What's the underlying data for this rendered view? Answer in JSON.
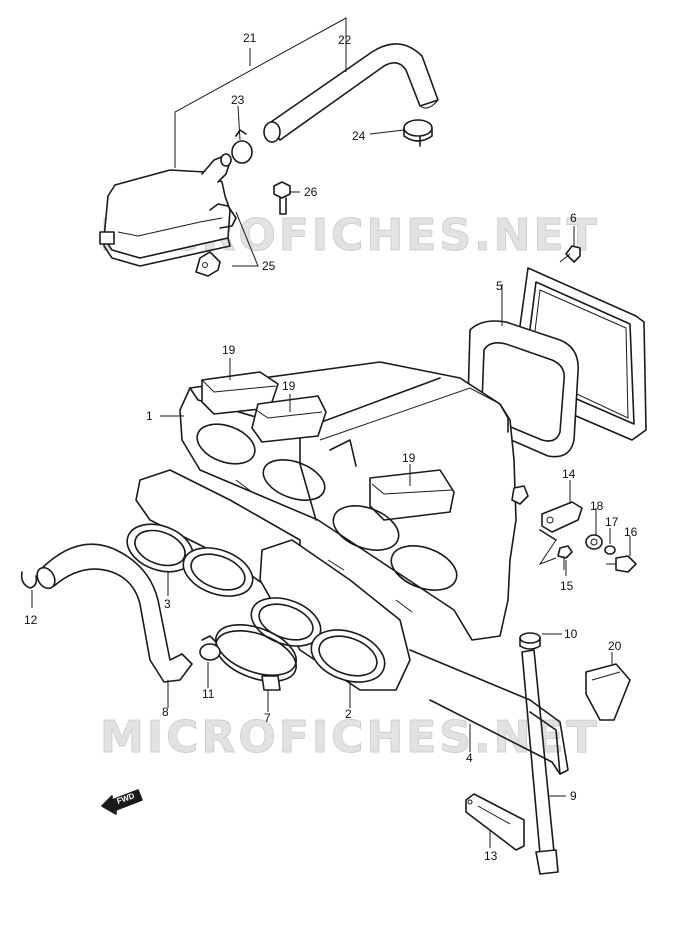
{
  "watermark": "MICROFICHES.NET",
  "fwd_label": "FWD",
  "callouts": {
    "c1": "1",
    "c2": "2",
    "c3": "3",
    "c4": "4",
    "c5": "5",
    "c6": "6",
    "c7": "7",
    "c8": "8",
    "c9": "9",
    "c10": "10",
    "c11": "11",
    "c12": "12",
    "c13": "13",
    "c14": "14",
    "c15": "15",
    "c16": "16",
    "c17": "17",
    "c18": "18",
    "c19a": "19",
    "c19b": "19",
    "c19c": "19",
    "c20": "20",
    "c21": "21",
    "c22": "22",
    "c23": "23",
    "c24": "24",
    "c25": "25",
    "c26": "26"
  }
}
